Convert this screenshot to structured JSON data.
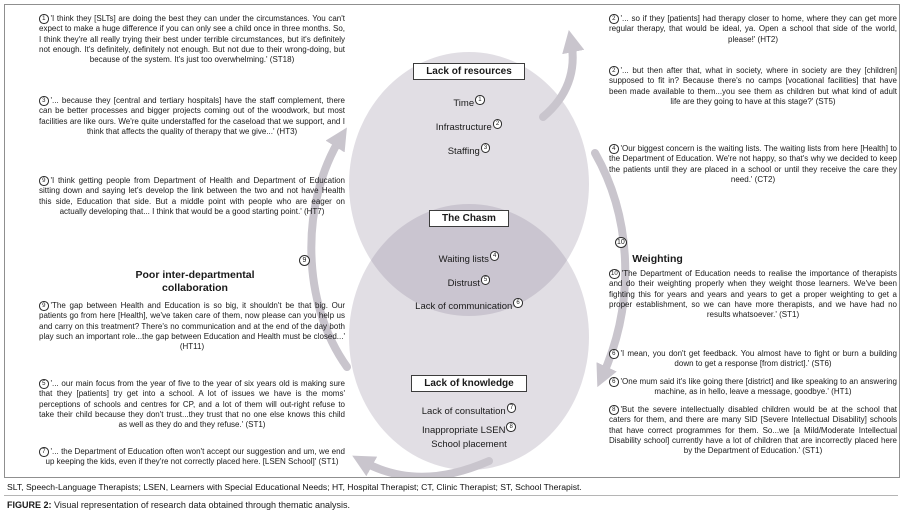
{
  "diagram": {
    "top": {
      "title": "Lack of resources",
      "items": [
        {
          "label": "Time",
          "num": "1"
        },
        {
          "label": "Infrastructure",
          "num": "2"
        },
        {
          "label": "Staffing",
          "num": "3"
        }
      ]
    },
    "middle": {
      "title": "The Chasm",
      "items": [
        {
          "label": "Waiting lists",
          "num": "4"
        },
        {
          "label": "Distrust",
          "num": "5"
        },
        {
          "label": "Lack of communication",
          "num": "6"
        }
      ]
    },
    "bottom": {
      "title": "Lack of knowledge",
      "items": [
        {
          "label": "Lack of consultation",
          "num": "7"
        },
        {
          "label": "Inappropriate LSEN",
          "num": "8"
        },
        {
          "label": "School placement",
          "num": ""
        }
      ]
    },
    "left_theme": {
      "num": "9",
      "label": "Poor inter-departmental collaboration"
    },
    "right_theme": {
      "num": "10",
      "label": "Weighting"
    }
  },
  "left_quotes": [
    {
      "num": "1",
      "text": "'I think they [SLTs] are doing the best they can under the circumstances. You can't expect to make a huge difference if you can only see a child once in three months. So, I think they're all really trying their best under terrible circumstances, but it's definitely not enough. It's definitely, definitely not enough. But not due to their wrong-doing, but because of the system. It's just too overwhelming.' (ST18)"
    },
    {
      "num": "3",
      "text": "'... because they [central and tertiary hospitals] have the staff complement, there can be better processes and bigger projects coming out of the woodwork, but most facilities are like ours. We're quite understaffed for the caseload that we support, and I think that affects the quality of therapy that we give...' (HT3)"
    },
    {
      "num": "9",
      "text": "'I think getting people from Department of Health and Department of Education sitting down and saying let's develop the link between the two and not have Health this side, Education that side. But a middle point with people who are eager on actually developing that... I think that would be a good starting point.' (HT7)"
    },
    {
      "num": "9",
      "text": "'The gap between Health and Education is so big, it shouldn't be that big. Our patients go from here [Health], we've taken care of them, now please can you help us and carry on this treatment? There's no communication and at the end of the day both play such an important role...the gap between Education and Health must be closed...' (HT11)"
    },
    {
      "num": "5",
      "text": "'... our main focus from the year of five to the year of six years old is making sure that they [patients] try get into a school. A lot of issues we have is the moms' perceptions of schools and centres for CP, and a lot of them will out-right refuse to take their child because they don't trust...they trust that no one else knows this child as well as they do and they refuse.' (ST1)"
    },
    {
      "num": "7",
      "text": "'... the Department of Education often won't accept our suggestion and um, we end up keeping the kids, even if they're not correctly placed here. [LSEN School]' (ST1)"
    }
  ],
  "right_quotes": [
    {
      "num": "2",
      "text": "'... so if they [patients] had therapy closer to home, where they can get more regular therapy, that would be ideal, ya. Open a school that side of the world, please!' (HT2)"
    },
    {
      "num": "2",
      "text": "'... but then after that, what in society, where in society are they [children] supposed to fit in? Because there's no camps [vocational facilities] that have been made available to them...you see them as children but what kind of adult life are they going to have at this stage?' (ST5)"
    },
    {
      "num": "4",
      "text": "'Our biggest concern is the waiting lists. The waiting lists from here [Health] to the Department of Education. We're not happy, so that's why we decided to keep the patients until they are placed in a school or until they receive the care they need.' (CT2)"
    },
    {
      "num": "10",
      "text": "'The Department of Education needs to realise the importance of therapists and do their weighting properly when they weight those learners. We've been fighting this for years and years and years to get a proper weighting to get a proper establishment, so we can have more therapists, and we have had no results whatsoever.' (ST1)"
    },
    {
      "num": "6",
      "text": "'I mean, you don't get feedback. You almost have to fight or burn a building down to get a response [from district].' (ST6)"
    },
    {
      "num": "6",
      "text": "'One mum said it's like going there [district] and like speaking to an answering machine, as in hello, leave a message, goodbye.' (HT1)"
    },
    {
      "num": "8",
      "text": "'But the severe intellectually disabled children would be at the school that caters for them, and there are many SID [Severe Intellectual Disability] schools that have correct programmes for them. So...we [a Mild/Moderate Intellectual Disability school] currently have a lot of children that are incorrectly placed here by the Department of Education.' (ST1)"
    }
  ],
  "footer": {
    "abbreviations": "SLT, Speech-Language Therapists; LSEN, Learners with Special Educational Needs; HT, Hospital Therapist; CT, Clinic Therapist; ST, School Therapist.",
    "caption_label": "FIGURE 2:",
    "caption_text": "Visual representation of research data obtained through thematic analysis."
  }
}
